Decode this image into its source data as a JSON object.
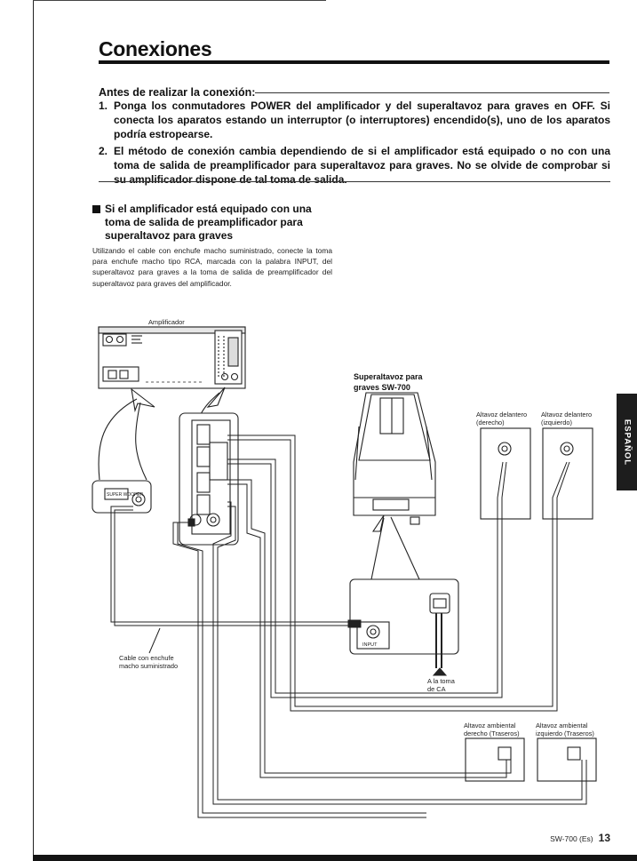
{
  "page": {
    "title": "Conexiones",
    "before_connecting": {
      "heading": "Antes de realizar la conexión:",
      "steps": [
        {
          "num": "1.",
          "text": "Ponga los conmutadores POWER del amplificador y del superaltavoz para graves en OFF. Si conecta los aparatos estando un interruptor (o interruptores) encendido(s), uno de los aparatos podría estropearse."
        },
        {
          "num": "2.",
          "text": "El método de conexión cambia dependiendo de si el amplificador está equipado o no con una toma de salida de preamplificador para superaltavoz para graves. No se olvide de comprobar si su amplificador dispone de tal toma de salida."
        }
      ]
    },
    "section": {
      "title": "Si el amplificador está equipado con una toma de salida de preamplificador para superaltavoz para graves",
      "body": "Utilizando el cable con enchufe macho suministrado, conecte la toma para enchufe macho tipo RCA, marcada con la palabra INPUT, del superaltavoz para graves a la toma de salida de preamplificador del superaltavoz para graves del amplificador."
    },
    "diagram": {
      "amplifier_label": "Amplificador",
      "subwoofer_label_1": "Superaltavoz para",
      "subwoofer_label_2": "graves SW-700",
      "front_right_1": "Altavoz delantero",
      "front_right_2": "(derecho)",
      "front_left_1": "Altavoz delantero",
      "front_left_2": "(izquierdo)",
      "cable_label_1": "Cable con enchufe",
      "cable_label_2": "macho suministrado",
      "ac_label_1": "A la toma",
      "ac_label_2": "de CA",
      "rear_right_1": "Altavoz ambiental",
      "rear_right_2": "derecho (Traseros)",
      "rear_left_1": "Altavoz ambiental",
      "rear_left_2": "izquierdo (Traseros)",
      "input_label": "INPUT",
      "super_woofer_label": "SUPER WOOFER"
    },
    "side_tab": "ESPAÑOL",
    "footer": {
      "model": "SW-700 (Es)",
      "page_number": "13"
    }
  }
}
